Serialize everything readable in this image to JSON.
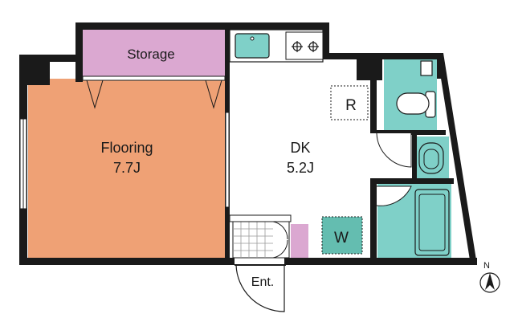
{
  "rooms": {
    "storage": {
      "label": "Storage"
    },
    "flooring": {
      "label": "Flooring",
      "size": "7.7J"
    },
    "dk": {
      "label": "DK",
      "size": "5.2J"
    }
  },
  "fixtures": {
    "refrigerator": {
      "label": "R"
    },
    "washer": {
      "label": "W"
    }
  },
  "entrance": {
    "label": "Ent."
  },
  "compass": {
    "label": "N"
  },
  "colors": {
    "flooring": "#efa175",
    "storage": "#dba8d1",
    "wet_area": "#7fd0c8",
    "washer_area": "#64bdb0",
    "wall": "#1a1a1a"
  }
}
